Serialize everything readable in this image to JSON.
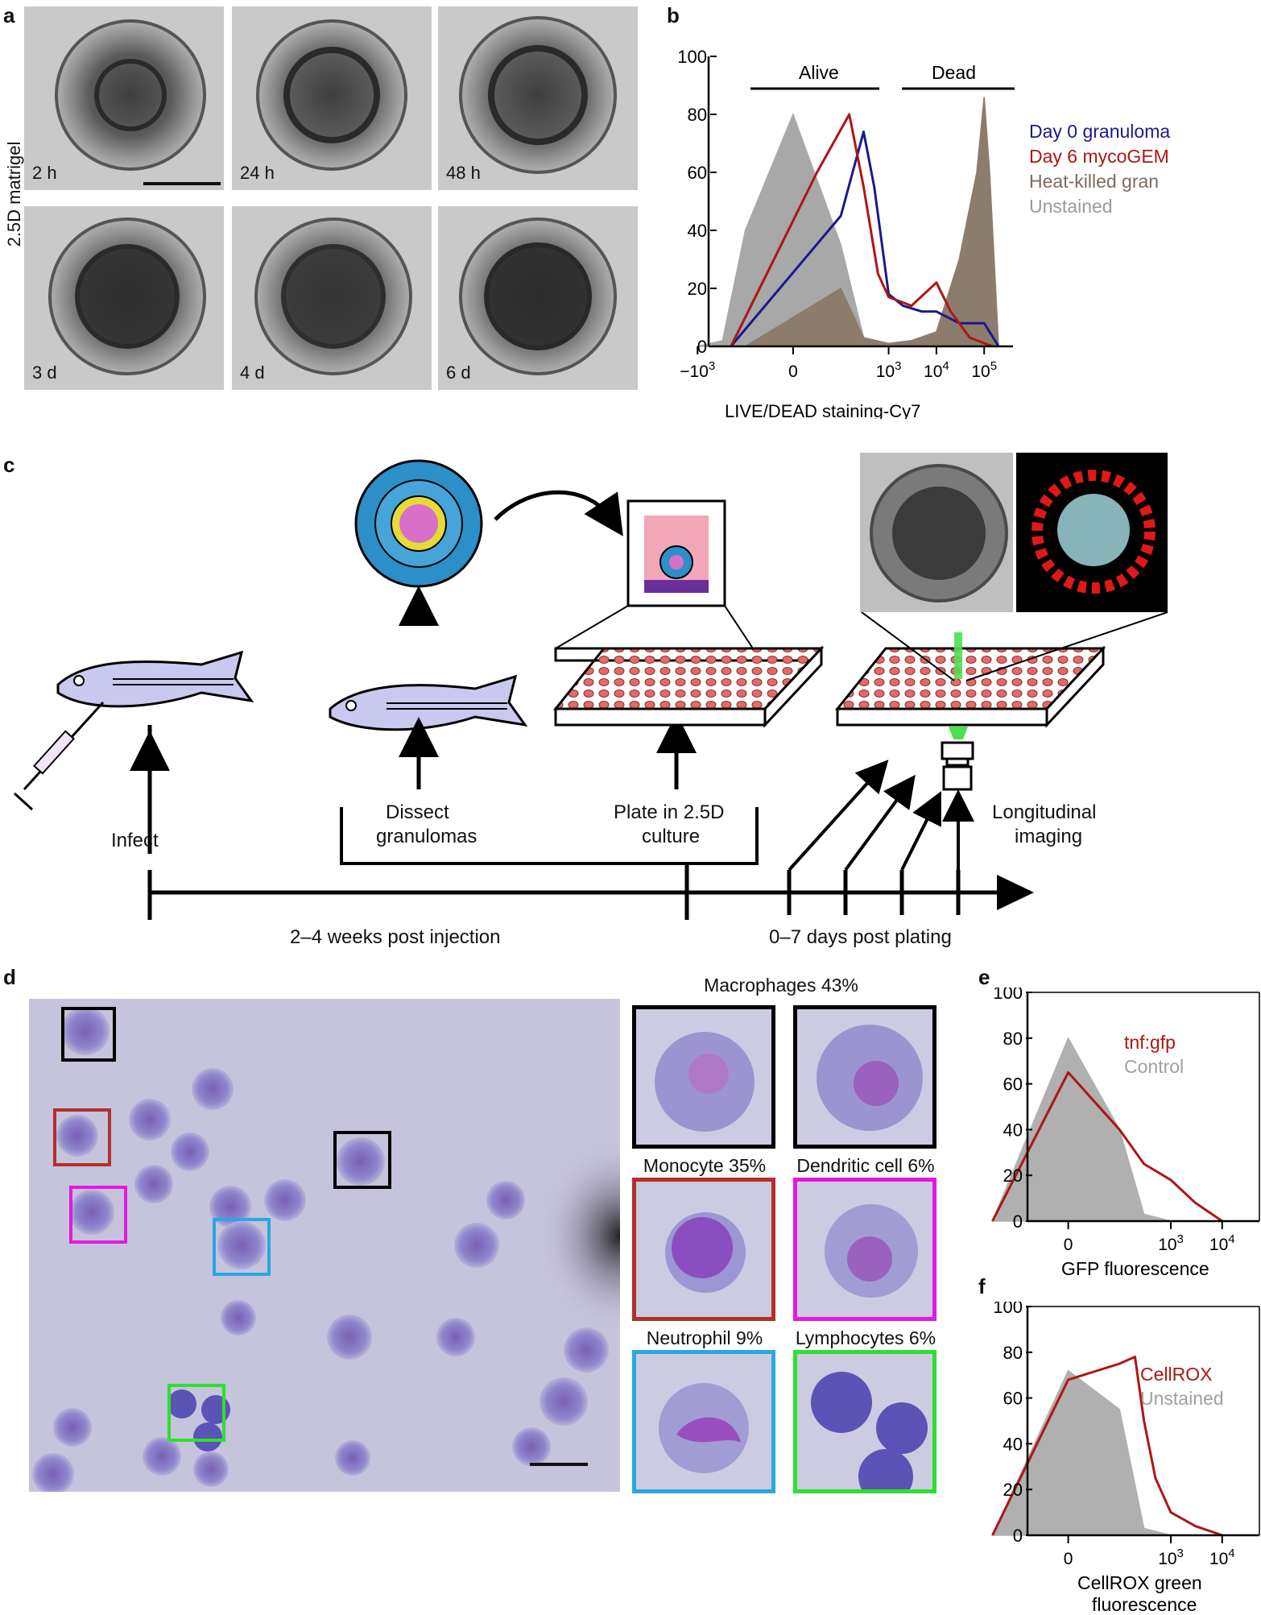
{
  "panel_labels": {
    "a": "a",
    "b": "b",
    "c": "c",
    "d": "d",
    "e": "e",
    "f": "f"
  },
  "panel_a": {
    "side_label": "2.5D matrigel",
    "timepoints": [
      "2 h",
      "24 h",
      "48 h",
      "3 d",
      "4 d",
      "6 d"
    ]
  },
  "panel_b": {
    "gate_alive": "Alive",
    "gate_dead": "Dead",
    "xlabel": "LIVE/DEAD staining-Cy7",
    "legend": [
      "Day 0 granuloma",
      "Day 6 mycoGEM",
      "Heat-killed gran",
      "Unstained"
    ],
    "colors": {
      "day0": "#1a1a8c",
      "day6": "#b01515",
      "heat": "#8c7c6c",
      "unstained": "#a8a8a8"
    }
  },
  "panel_c": {
    "step_infect": "Infect",
    "step_dissect_1": "Dissect",
    "step_dissect_2": "granulomas",
    "step_plate_1": "Plate in 2.5D",
    "step_plate_2": "culture",
    "step_imaging_1": "Longitudinal",
    "step_imaging_2": "imaging",
    "timeline_left": "2–4 weeks post injection",
    "timeline_right": "0–7 days post plating"
  },
  "panel_d": {
    "macrophages": "Macrophages 43%",
    "monocyte": "Monocyte 35%",
    "dendritic": "Dendritic cell 6%",
    "neutrophil": "Neutrophil 9%",
    "lymphocytes": "Lymphocytes 6%",
    "box_colors": {
      "macrophage": "#000000",
      "monocyte": "#b3302a",
      "dendritic": "#e21ae0",
      "neutrophil": "#2aa8e0",
      "lymphocyte": "#2ee02e"
    }
  },
  "panel_e": {
    "xlabel": "GFP fluorescence",
    "legend": [
      "tnf:gfp",
      "Control"
    ]
  },
  "panel_f": {
    "xlabel_1": "CellROX green",
    "xlabel_2": "fluorescence",
    "legend": [
      "CellROX",
      "Unstained"
    ]
  },
  "chart_data": [
    {
      "type": "area",
      "panel": "b",
      "title": "",
      "xlabel": "LIVE/DEAD staining-Cy7",
      "ylabel": "",
      "x_scale": "biexponential",
      "x_ticks": [
        "−10^3",
        "0",
        "10^3",
        "10^4",
        "10^5"
      ],
      "y_ticks": [
        0,
        20,
        40,
        60,
        80,
        100
      ],
      "ylim": [
        0,
        100
      ],
      "series": [
        {
          "name": "Unstained",
          "style": "filled",
          "color": "#a8a8a8",
          "x": [
            -1000,
            -300,
            -100,
            0,
            100,
            300,
            1000
          ],
          "y": [
            0,
            2,
            40,
            80,
            35,
            3,
            0
          ]
        },
        {
          "name": "Heat-killed gran",
          "style": "filled",
          "color": "#8c7c6c",
          "x": [
            -100,
            100,
            300,
            1000,
            3000,
            10000,
            30000,
            70000,
            100000,
            130000,
            200000
          ],
          "y": [
            0,
            20,
            3,
            1,
            2,
            5,
            30,
            60,
            86,
            60,
            0
          ]
        },
        {
          "name": "Day 0 granuloma",
          "style": "line",
          "color": "#1a1a8c",
          "x": [
            -200,
            100,
            300,
            500,
            1000,
            2000,
            5000,
            10000,
            30000,
            100000,
            200000
          ],
          "y": [
            0,
            45,
            74,
            55,
            18,
            14,
            12,
            12,
            8,
            8,
            0
          ]
        },
        {
          "name": "Day 6 mycoGEM",
          "style": "line",
          "color": "#b01515",
          "x": [
            -200,
            50,
            150,
            300,
            600,
            1000,
            3000,
            10000,
            20000,
            50000,
            150000
          ],
          "y": [
            0,
            60,
            80,
            55,
            25,
            17,
            14,
            22,
            12,
            3,
            0
          ]
        }
      ]
    },
    {
      "type": "area",
      "panel": "e",
      "xlabel": "GFP fluorescence",
      "x_ticks": [
        "0",
        "10^3",
        "10^4"
      ],
      "y_ticks": [
        0,
        20,
        40,
        60,
        80,
        100
      ],
      "ylim": [
        0,
        100
      ],
      "series": [
        {
          "name": "Control",
          "style": "filled",
          "color": "#b0b0b0",
          "x": [
            -300,
            0,
            100,
            300,
            1000
          ],
          "y": [
            0,
            80,
            40,
            3,
            0
          ]
        },
        {
          "name": "tnf:gfp",
          "style": "line",
          "color": "#b01515",
          "x": [
            -300,
            0,
            100,
            300,
            500,
            1000,
            3000,
            10000
          ],
          "y": [
            0,
            65,
            40,
            25,
            22,
            18,
            8,
            0
          ]
        }
      ]
    },
    {
      "type": "area",
      "panel": "f",
      "xlabel": "CellROX green fluorescence",
      "x_ticks": [
        "0",
        "10^3",
        "10^4"
      ],
      "y_ticks": [
        0,
        20,
        40,
        60,
        80,
        100
      ],
      "ylim": [
        0,
        100
      ],
      "series": [
        {
          "name": "Unstained",
          "style": "filled",
          "color": "#b0b0b0",
          "x": [
            -300,
            0,
            100,
            300,
            1000
          ],
          "y": [
            0,
            72,
            55,
            3,
            0
          ]
        },
        {
          "name": "CellROX",
          "style": "line",
          "color": "#b01515",
          "x": [
            -300,
            0,
            100,
            200,
            300,
            500,
            1000,
            3000,
            10000
          ],
          "y": [
            0,
            68,
            75,
            78,
            50,
            25,
            10,
            4,
            0
          ]
        }
      ]
    }
  ]
}
